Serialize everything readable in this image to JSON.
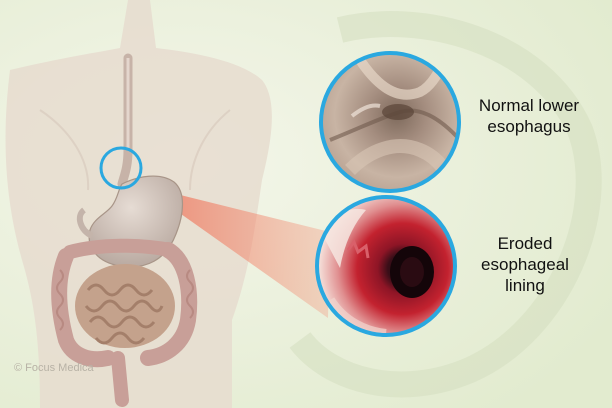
{
  "image": {
    "colors": {
      "background": "#e9f0d9",
      "skin": "#e3d8cb",
      "stomach": "#cfc0b7",
      "intestine": "#c89f98",
      "highlight_circle": "#2aa8e0",
      "projection": "#ef6a4f",
      "eroded_lumen": "#b81b2a"
    }
  },
  "labels": {
    "normal_line1": "Normal lower",
    "normal_line2": "esophagus",
    "eroded_line1": "Eroded",
    "eroded_line2": "esophageal",
    "eroded_line3": "lining"
  },
  "watermark": "© Focus Medica"
}
